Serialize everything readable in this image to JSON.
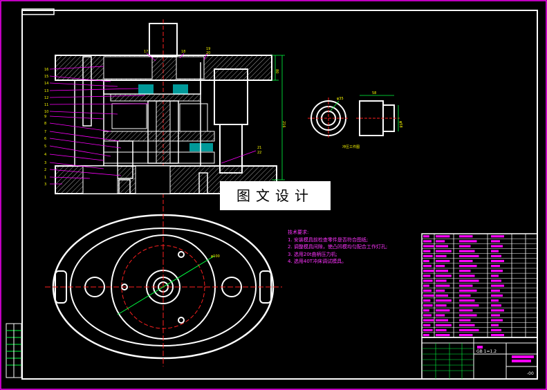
{
  "watermark": "图文设计",
  "notes": {
    "heading": "技术要求:",
    "items": [
      "1. 安装模具前检查零件是否符合图纸;",
      "2. 调整模具间隙，使凸凹模均匀配合工作灯孔;",
      "3. 选用20t曲柄压力机;",
      "4. 选用40T冲床调试模具。"
    ]
  },
  "part_view_label": "冲压工件图",
  "scale_label": "GB 1=1.2",
  "drawing_number": "-00",
  "part_callouts": [
    "φ35",
    "φ18",
    "58",
    "φ58"
  ],
  "dimension_labels": [
    "80",
    "216"
  ],
  "center_dim": "φ100",
  "part_numbers": [
    "1",
    "2",
    "3",
    "4",
    "5",
    "6",
    "7",
    "8",
    "9",
    "10",
    "11",
    "12",
    "13",
    "14",
    "15",
    "16",
    "17",
    "18",
    "19",
    "20",
    "21"
  ],
  "colors": {
    "background": "#000000",
    "frame": "#ffffff",
    "magenta": "#ff00ff",
    "red": "#ff2020",
    "green": "#00ff40",
    "yellow": "#ffff00",
    "cyan": "#00ffff"
  }
}
